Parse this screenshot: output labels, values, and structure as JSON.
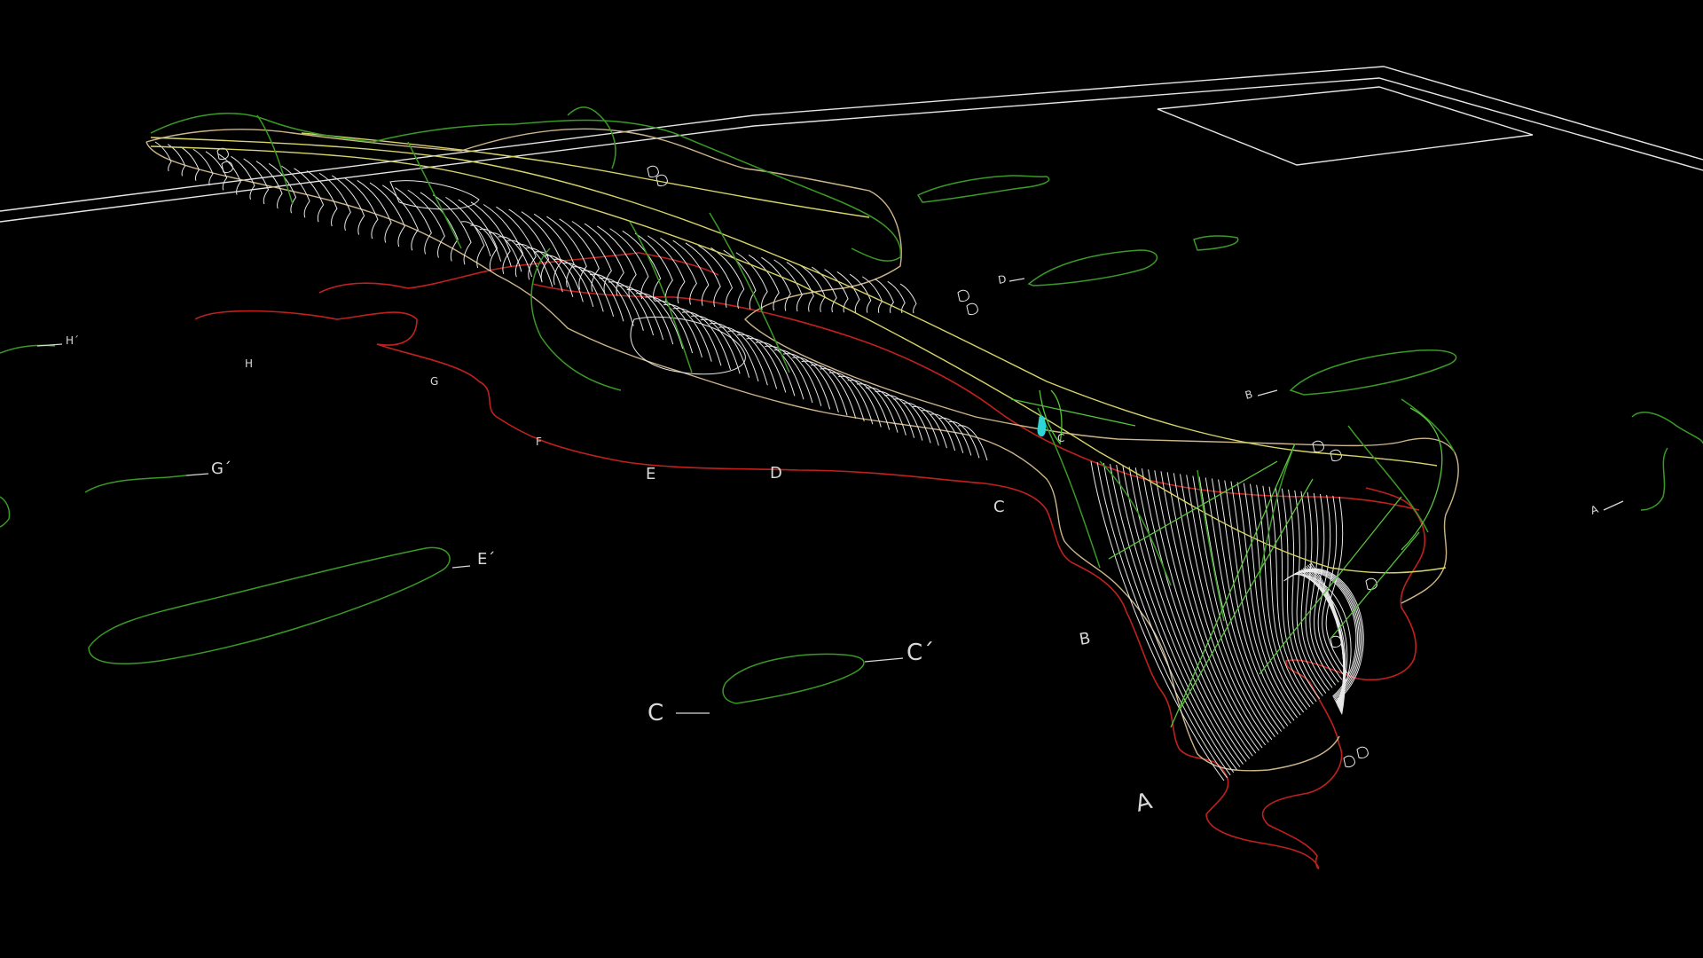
{
  "viewport": {
    "name": "cad-3d-contour-view"
  },
  "colors": {
    "background": "#000000",
    "frame": "#e6e6e6",
    "contour": "#e8e8e8",
    "tan": "#cdb58a",
    "section_green": "#3a9a26",
    "bright_green": "#58c23a",
    "red_boundary": "#c0211f",
    "yellow_axis": "#d8d46a",
    "cyan_marker": "#2fd6d6",
    "label": "#d8d8d8"
  },
  "section_labels": {
    "A": "A",
    "B": "B",
    "C": "C",
    "C2": "C",
    "D": "D",
    "E": "E",
    "F": "F",
    "G": "G",
    "H": "H",
    "C_left": "C",
    "C_right": "C´",
    "E_prime": "E´",
    "G_prime": "G´",
    "H_prime": "H´",
    "A_right": "A",
    "B_right": "B",
    "D_small": "D",
    "small_ticks": "´"
  }
}
